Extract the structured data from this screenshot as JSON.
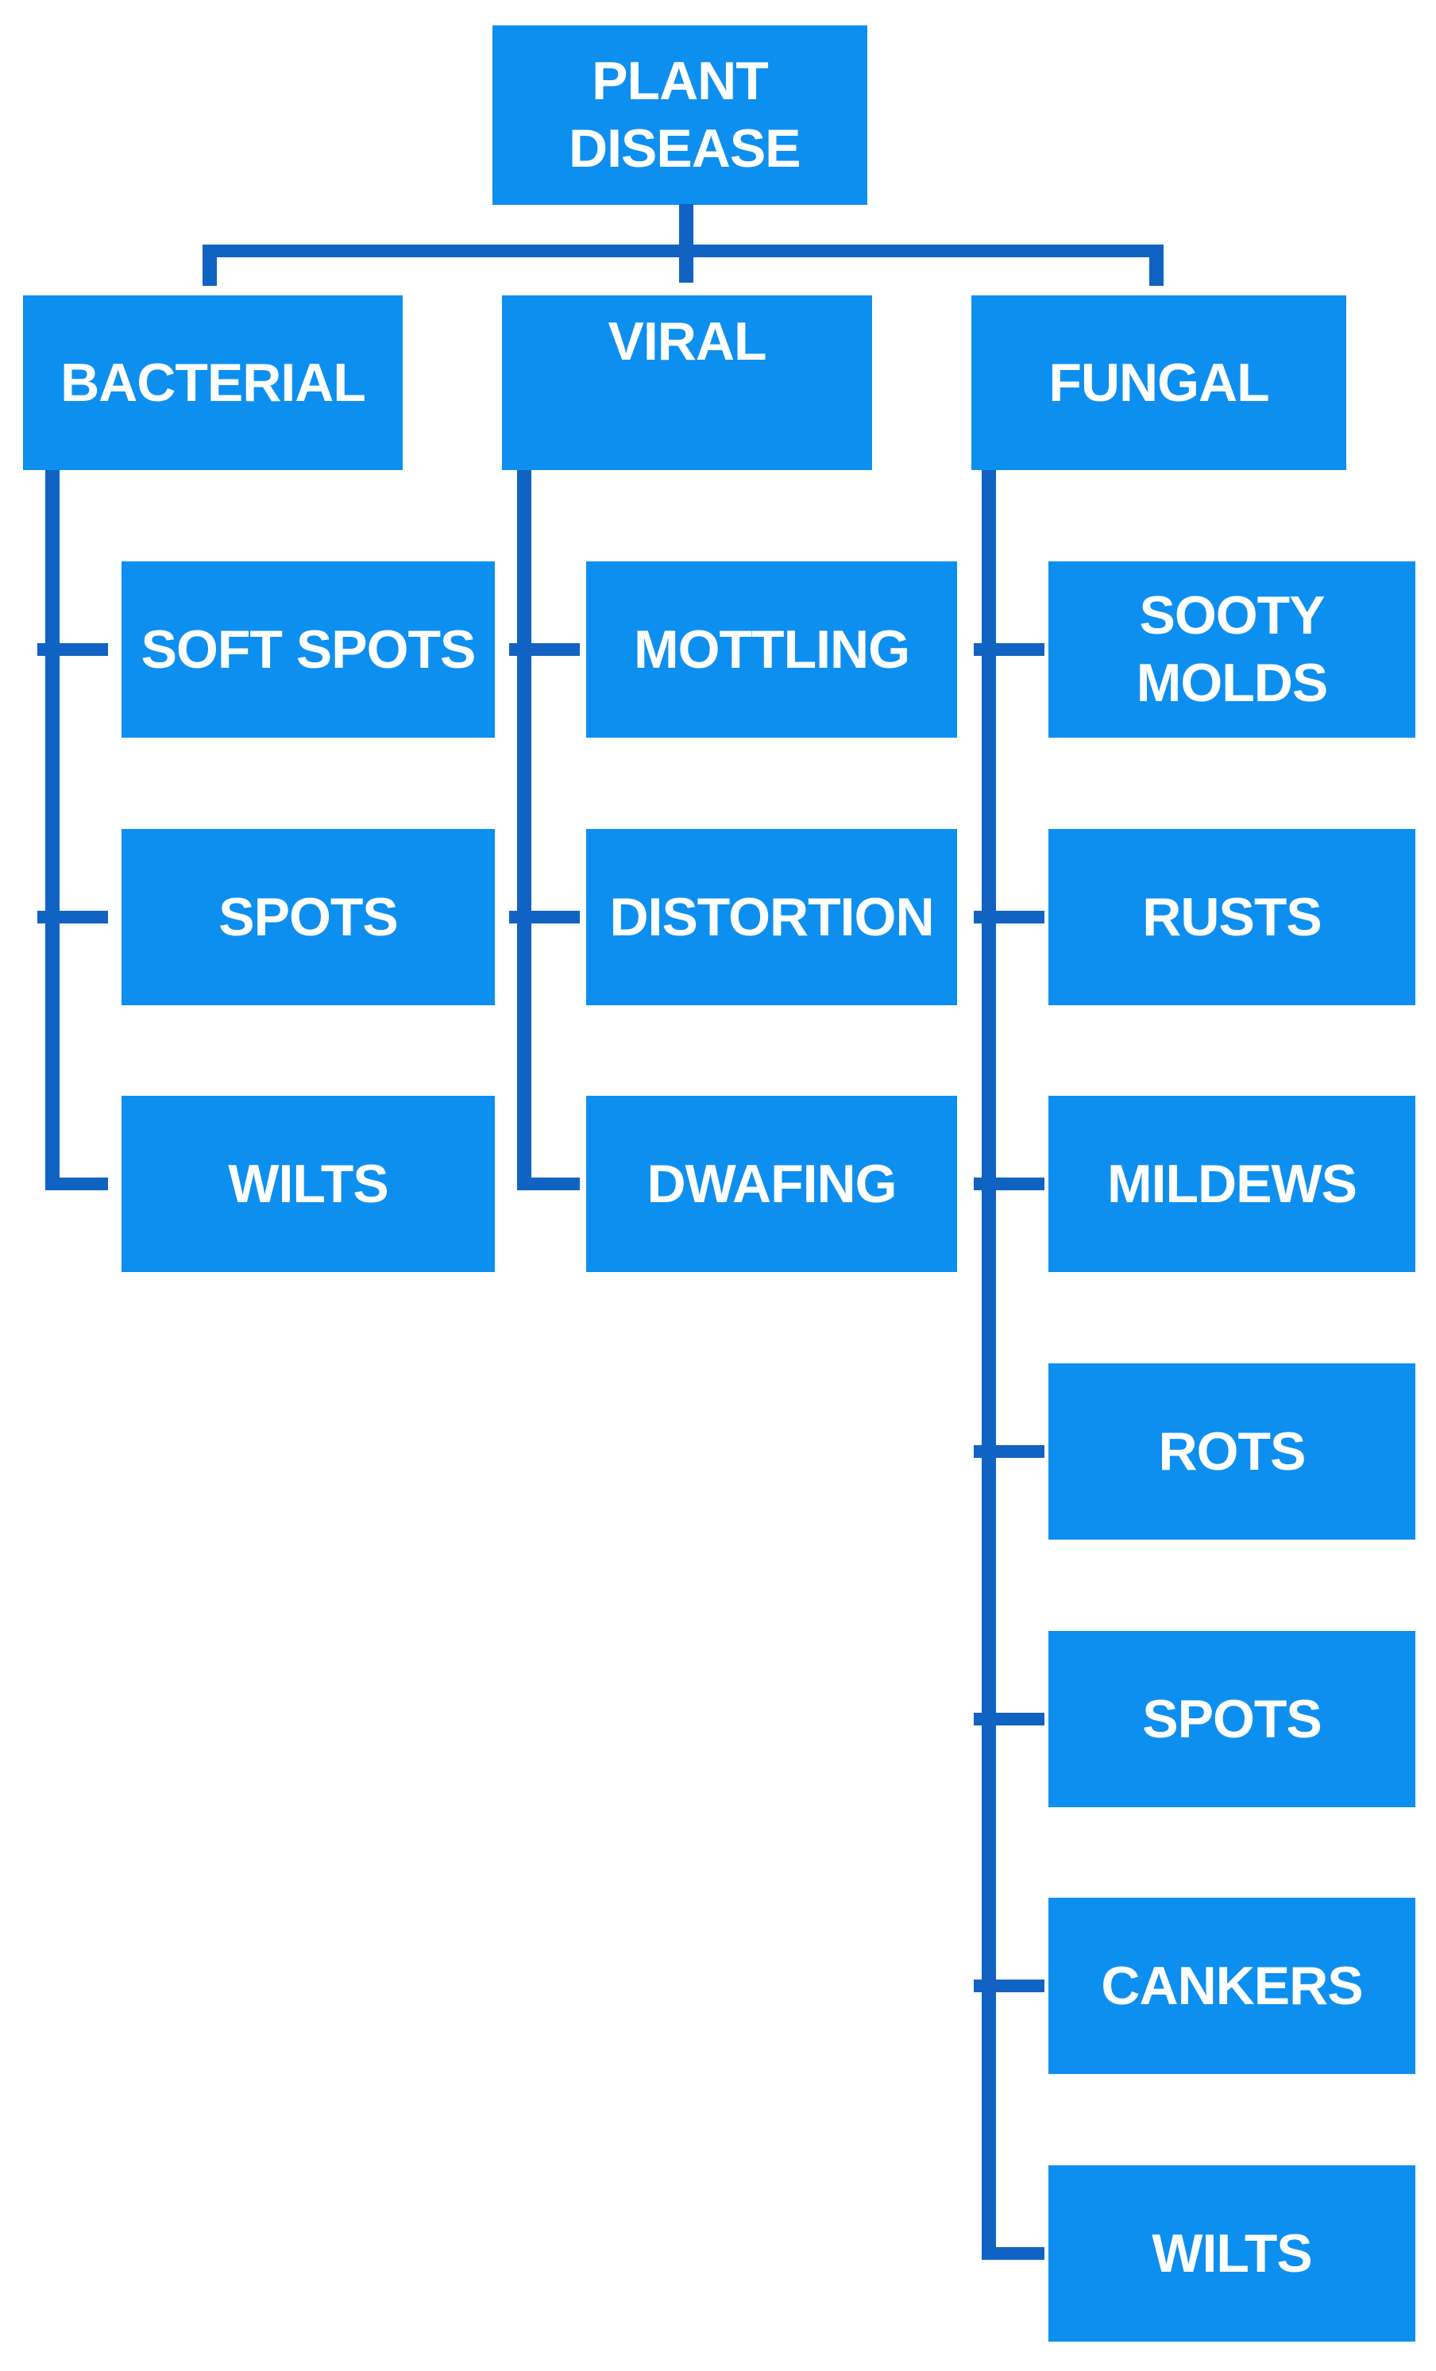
{
  "diagram": {
    "type": "tree",
    "title": "PLANT DISEASE",
    "colors": {
      "box_fill": "#0d8ff0",
      "connector": "#1063c2",
      "label_text": "#ffffff",
      "background": "#ffffff"
    },
    "root": {
      "label": "PLANT DISEASE"
    },
    "branches": [
      {
        "label": "BACTERIAL",
        "children": [
          "SOFT SPOTS",
          "SPOTS",
          "WILTS"
        ]
      },
      {
        "label": "VIRAL",
        "children": [
          "MOTTLING",
          "DISTORTION",
          "DWAFING"
        ]
      },
      {
        "label": "FUNGAL",
        "children": [
          "SOOTY MOLDS",
          "RUSTS",
          "MILDEWS",
          "ROTS",
          "SPOTS",
          "CANKERS",
          "WILTS"
        ]
      }
    ]
  }
}
